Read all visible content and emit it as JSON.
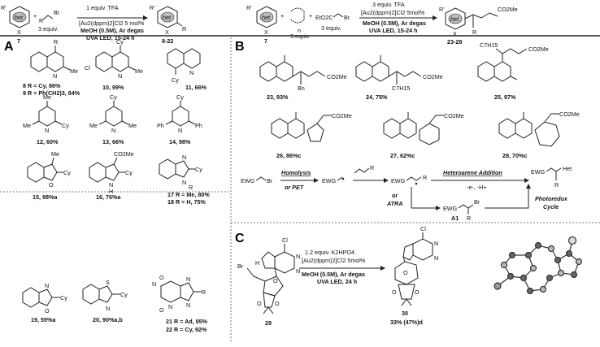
{
  "header": {
    "left": {
      "reactant_het": "het",
      "reactant_label": "7",
      "substituent": "R'",
      "x_atom": "X",
      "alkyl_bromide": "R",
      "bromine": "Br",
      "bromide_equiv": "3 equiv.",
      "cond1": "1 equiv. TFA",
      "cond2": "[Au2(dppm)2]Cl2 5 mol%",
      "cond3": "MeOH (0.5M), Ar degas",
      "cond4": "UVA LED, 15-24 h",
      "product_label": "8-22",
      "product_r": "R"
    },
    "right": {
      "reactant_label": "7",
      "alkene_equiv": "3 equiv.",
      "bromoester": "EtO2C",
      "bromoester_br": "Br",
      "bromoester_equiv": "3 equiv.",
      "cond1": "3 equiv. TFA",
      "cond2": "[Au2(dppm)2]Cl2 5mol%",
      "cond3": "MeOH (0.5M), Ar degas",
      "cond4": "UVA LED, 15-24 h",
      "product_label": "23-28",
      "product_ester": "CO2Me",
      "product_r": "R"
    }
  },
  "panelA": {
    "label": "A",
    "items": [
      {
        "text1": "8 R = Cy, 86%",
        "text2": "9 R = Ph(CH2)3, 84%"
      },
      {
        "text1": "10, 99%"
      },
      {
        "text1": "11, 66%"
      },
      {
        "text1": "12, 60%"
      },
      {
        "text1": "13, 66%"
      },
      {
        "text1": "14, 98%"
      },
      {
        "text1": "15, 98%a"
      },
      {
        "text1": "16, 76%a"
      },
      {
        "text1": "17 R = Me, 80%",
        "text2": "18 R = H, 75%"
      },
      {
        "text1": "19, 55%a"
      },
      {
        "text1": "20, 90%a,b"
      },
      {
        "text1": "21 R = Ad, 95%",
        "text2": "22 R = Cy, 92%"
      }
    ],
    "atoms": {
      "cy": "Cy",
      "me": "Me",
      "cl": "Cl",
      "ph": "Ph",
      "r": "R",
      "n": "N",
      "o": "O",
      "s": "S",
      "h": "H",
      "co2me": "CO2Me"
    }
  },
  "panelB": {
    "label": "B",
    "items": [
      {
        "text": "23, 93%",
        "sub": "Bn"
      },
      {
        "text": "24, 75%",
        "sub": "C7H15"
      },
      {
        "text": "25, 97%",
        "sub": "C7H15"
      },
      {
        "text": "26, 86%c"
      },
      {
        "text": "27, 62%c"
      },
      {
        "text": "28, 70%c"
      }
    ],
    "ester": "CO2Me",
    "mechanism": {
      "ewg": "EWG",
      "br": "Br",
      "homolysis": "Homolysis",
      "or_pet": "or PET",
      "het_add": "Heteroarene Addition",
      "het_add_sub": "-e-, -H+",
      "or_atra": "or",
      "atra": "ATRA",
      "a1": "A1",
      "photoredox": "Photoredox",
      "cycle": "Cycle",
      "het": "Het",
      "r": "R"
    }
  },
  "panelC": {
    "label": "C",
    "cond1": "1.2 equiv. K2HPO4",
    "cond2": "[Au2(dppm)2]Cl2 5mol%",
    "cond3": "MeOH (0.5M), Ar degas",
    "cond4": "UVA LED, 24 h",
    "sm_label": "29",
    "product_label": "30",
    "yield": "33% (47%)d",
    "atoms": {
      "cl": "Cl",
      "br": "Br",
      "n": "N",
      "h": "H",
      "o": "O"
    }
  }
}
